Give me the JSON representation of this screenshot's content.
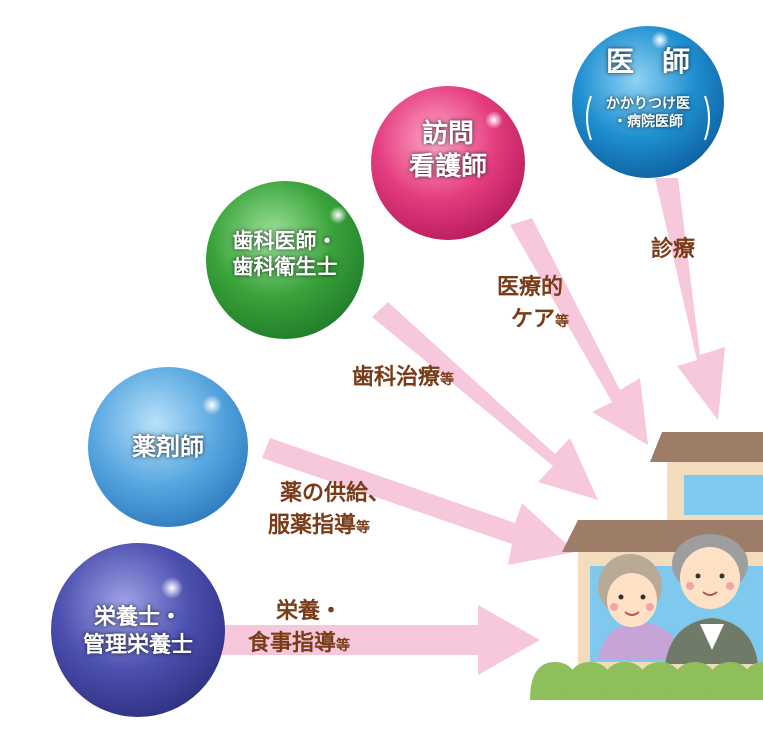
{
  "colors": {
    "arrow": "#f7c8dc",
    "text_brown": "#7a3c18",
    "doctor": "#1f8fd0",
    "nurse": "#e43d7f",
    "dentist": "#3aa33a",
    "pharmacist": "#3a93d3",
    "dietitian": "#4b4fae"
  },
  "professionals": [
    {
      "key": "doctor",
      "lines": [
        "医　師"
      ],
      "sub_lines": [
        "かかりつけ医",
        "・病院医師"
      ],
      "service_lines": [
        {
          "text": "診療",
          "small": ""
        }
      ]
    },
    {
      "key": "nurse",
      "lines": [
        "訪問",
        "看護師"
      ],
      "sub_lines": [],
      "service_lines": [
        {
          "text": "医療的",
          "small": ""
        },
        {
          "text": "ケア",
          "small": "等"
        }
      ]
    },
    {
      "key": "dentist",
      "lines": [
        "歯科医師・",
        "歯科衛生士"
      ],
      "sub_lines": [],
      "service_lines": [
        {
          "text": "歯科治療",
          "small": "等"
        }
      ]
    },
    {
      "key": "pharmacist",
      "lines": [
        "薬剤師"
      ],
      "sub_lines": [],
      "service_lines": [
        {
          "text": "薬の供給、",
          "small": ""
        },
        {
          "text": "服薬指導",
          "small": "等"
        }
      ]
    },
    {
      "key": "dietitian",
      "lines": [
        "栄養士・",
        "管理栄養士"
      ],
      "sub_lines": [],
      "service_lines": [
        {
          "text": "栄養・",
          "small": ""
        },
        {
          "text": "食事指導",
          "small": "等"
        }
      ]
    }
  ]
}
